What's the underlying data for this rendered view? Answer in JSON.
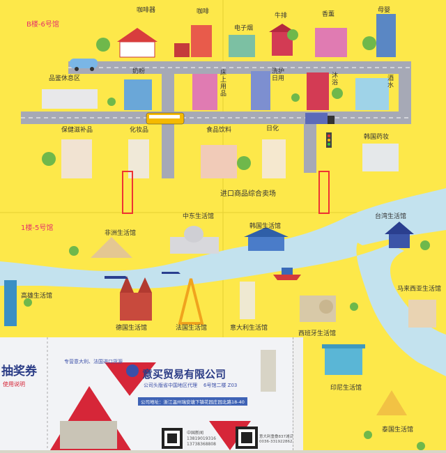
{
  "zones": {
    "upper": "B楼-6号馆",
    "lower": "1楼-5号馆"
  },
  "labels": {
    "coffee_machine": "咖啡器",
    "coffee": "咖啡",
    "electronics": "电子烟",
    "beef": "牛排",
    "perfume": "香薰",
    "mother_baby": "母婴",
    "rest_area": "品鉴休息区",
    "milk_powder": "奶粉",
    "life_goods": "床上用品",
    "wash_care": "洗护日用",
    "bath": "沐浴",
    "wine": "酒水",
    "health": "保健滋补品",
    "cosmetics": "化妆品",
    "food": "食品饮料",
    "daily": "日化",
    "pharmacy": "韩国药妆",
    "import_center": "进口商品综合卖场",
    "africa": "非洲生活馆",
    "china_india": "中东生活馆",
    "korea": "韩国生活馆",
    "taiwan": "台湾生活馆",
    "taipei": "高雄生活馆",
    "germany": "德国生活馆",
    "france": "法国生活馆",
    "italy": "意大利生活馆",
    "spain": "西班牙生活馆",
    "malaysia": "马来西亚生活馆",
    "indonesia": "印尼生活馆",
    "thailand": "泰国生活馆"
  },
  "coupon": {
    "title": "抽奖券",
    "usage": "使用说明",
    "slogan": "专营意大利、法国进口货源",
    "company": "意买贸易有限公司",
    "company_sub": "公司头版省中国地区代理",
    "booth": "6号馆二楼 Z03",
    "address": "公司地址：浙江温州瑞安塘下镇花园庄园北路18-40",
    "qr_left_caption": "中国新闻",
    "phone1": "13819019316",
    "phone2": "13738368808",
    "qr_right_caption": "意大利重叠837滩沿",
    "phone3": "0036-3319228625"
  },
  "colors": {
    "map_yellow": "#fde84a",
    "road_grey": "#a6a9b6",
    "river_blue": "#c3e2ee",
    "accent_pink": "#e5306b",
    "coupon_blue": "#2b3c86",
    "coupon_red": "#d62638"
  }
}
